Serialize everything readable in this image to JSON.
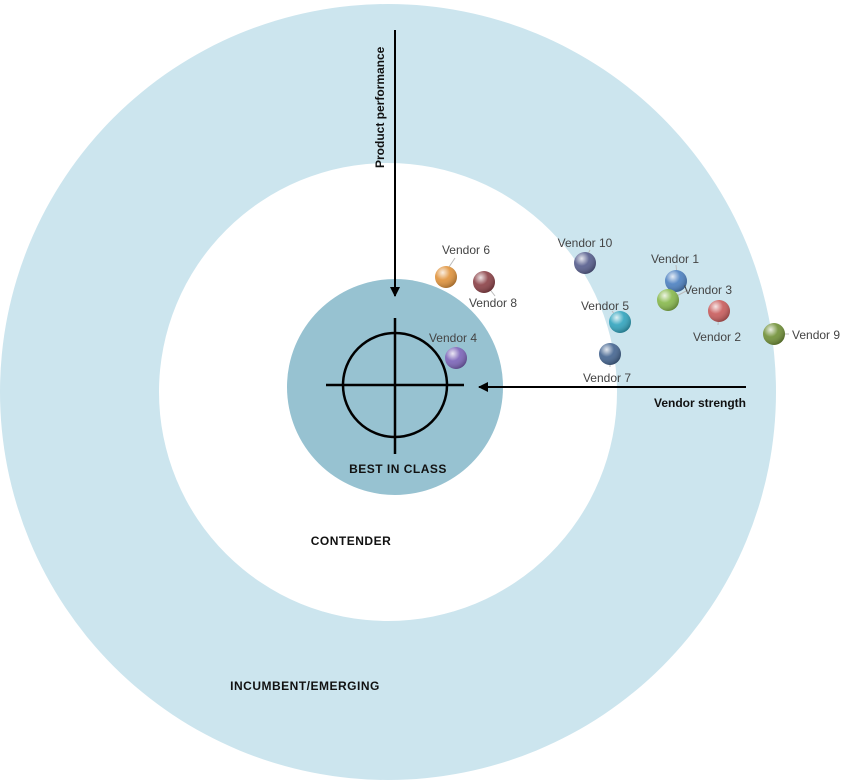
{
  "zones": {
    "outer": {
      "label": "INCUMBENT/EMERGING",
      "color": "#cce5ee"
    },
    "middle": {
      "label": "CONTENDER",
      "color": "#ffffff"
    },
    "inner": {
      "label": "BEST IN CLASS",
      "color": "#97c2d1"
    }
  },
  "axes": {
    "vertical": {
      "label": "Product performance"
    },
    "horizontal": {
      "label": "Vendor strength"
    }
  },
  "vendors": [
    {
      "name": "Vendor 1",
      "color": "#4a7fc0"
    },
    {
      "name": "Vendor 2",
      "color": "#c85a5a"
    },
    {
      "name": "Vendor 3",
      "color": "#86b84a"
    },
    {
      "name": "Vendor 4",
      "color": "#7a62b8"
    },
    {
      "name": "Vendor 5",
      "color": "#2fa3bd"
    },
    {
      "name": "Vendor 6",
      "color": "#e0923a"
    },
    {
      "name": "Vendor 7",
      "color": "#42638f"
    },
    {
      "name": "Vendor 8",
      "color": "#8a3f45"
    },
    {
      "name": "Vendor 9",
      "color": "#6f8f35"
    },
    {
      "name": "Vendor 10",
      "color": "#555c8c"
    }
  ]
}
